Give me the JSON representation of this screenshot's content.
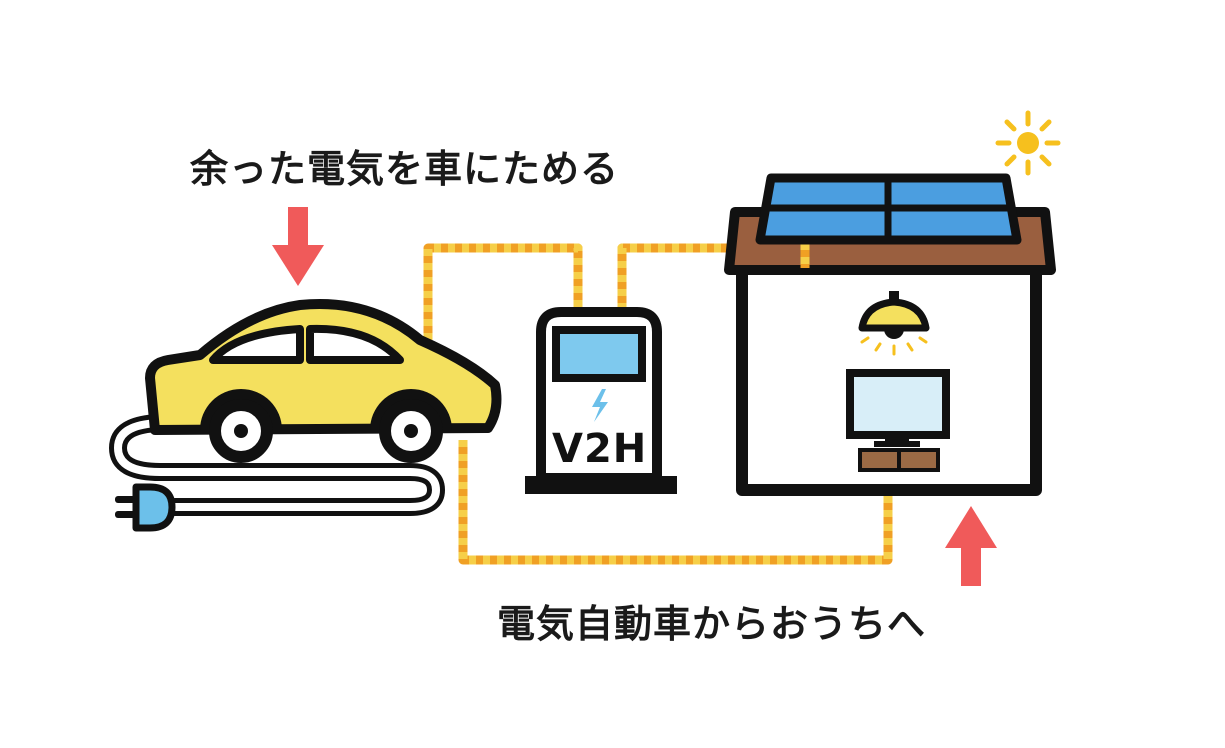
{
  "labels": {
    "top": "余った電気を車にためる",
    "bottom": "電気自動車からおうちへ",
    "charger": "V2H"
  },
  "colors": {
    "outline": "#111111",
    "car_body": "#f4e05e",
    "cable_orange": "#f0a024",
    "cable_yellow": "#f6cf48",
    "arrow": "#f05a5a",
    "solar_panel": "#4b9ee0",
    "roof": "#9a5f3f",
    "screen": "#7ec9ee",
    "tv_screen": "#d8eef8",
    "lamp": "#f4e05e",
    "sun": "#f6c01e",
    "tv_stand": "#9a6a45",
    "plug": "#6cc0ea"
  },
  "icons": [
    "car-icon",
    "plug-icon",
    "charger-icon",
    "lightning-icon",
    "house-icon",
    "solar-panel-icon",
    "sun-icon",
    "lamp-icon",
    "tv-icon",
    "arrow-down-icon",
    "arrow-up-icon"
  ]
}
